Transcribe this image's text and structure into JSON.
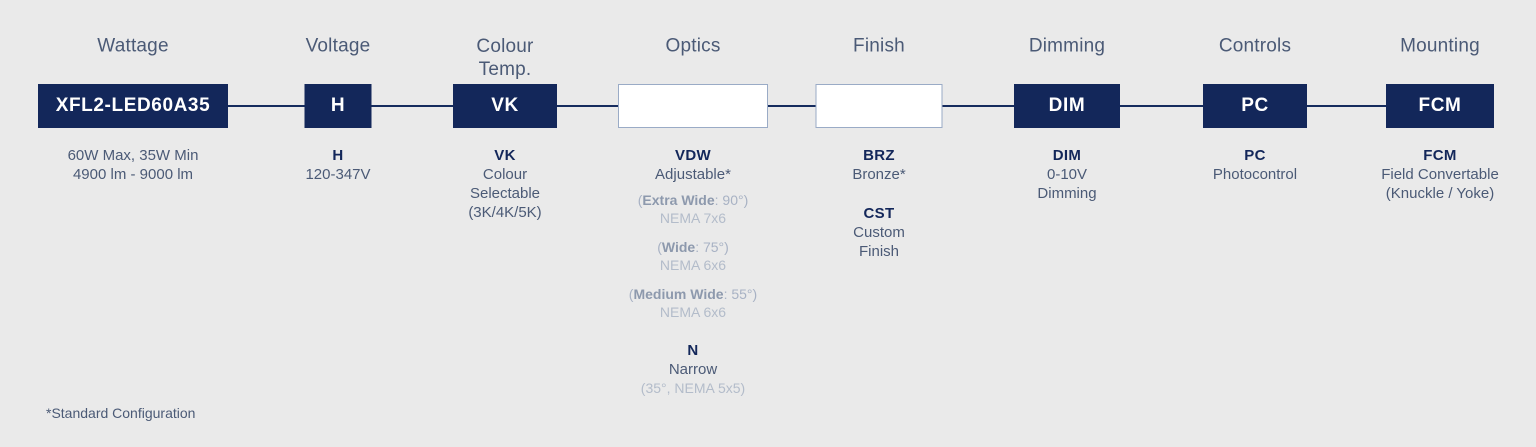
{
  "background_color": "#eaeaea",
  "accent_color": "#13275a",
  "columns": [
    {
      "key": "wattage",
      "header": "Wattage",
      "chip": "XFL2-LED60A35",
      "chip_filled": true,
      "options": [
        {
          "code": "",
          "desc": "60W Max, 35W Min\n4900 lm  - 9000 lm"
        }
      ]
    },
    {
      "key": "voltage",
      "header": "Voltage",
      "chip": "H",
      "chip_filled": true,
      "options": [
        {
          "code": "H",
          "desc": "120-347V"
        }
      ]
    },
    {
      "key": "colour-temp",
      "header": "Colour\nTemp.",
      "chip": "VK",
      "chip_filled": true,
      "options": [
        {
          "code": "VK",
          "desc": "Colour\nSelectable\n(3K/4K/5K)"
        }
      ]
    },
    {
      "key": "optics",
      "header": "Optics",
      "chip": "",
      "chip_filled": false,
      "options": [
        {
          "code": "VDW",
          "desc": "Adjustable*",
          "subs": [
            {
              "open": "(",
              "label": "Extra Wide",
              "value": ": 90°)",
              "nema": "NEMA 7x6"
            },
            {
              "open": "(",
              "label": "Wide",
              "value": ": 75°)",
              "nema": "NEMA 6x6"
            },
            {
              "open": "(",
              "label": "Medium Wide",
              "value": ": 55°)",
              "nema": "NEMA 6x6"
            }
          ]
        },
        {
          "code": "N",
          "desc": "Narrow",
          "note": "(35°, NEMA 5x5)"
        }
      ]
    },
    {
      "key": "finish",
      "header": "Finish",
      "chip": "",
      "chip_filled": false,
      "options": [
        {
          "code": "BRZ",
          "desc": "Bronze*"
        },
        {
          "code": "CST",
          "desc": "Custom\nFinish"
        }
      ]
    },
    {
      "key": "dimming",
      "header": "Dimming",
      "chip": "DIM",
      "chip_filled": true,
      "options": [
        {
          "code": "DIM",
          "desc": "0-10V\nDimming"
        }
      ]
    },
    {
      "key": "controls",
      "header": "Controls",
      "chip": "PC",
      "chip_filled": true,
      "options": [
        {
          "code": "PC",
          "desc": "Photocontrol"
        }
      ]
    },
    {
      "key": "mounting",
      "header": "Mounting",
      "chip": "FCM",
      "chip_filled": true,
      "options": [
        {
          "code": "FCM",
          "desc": "Field Convertable\n(Knuckle / Yoke)"
        }
      ]
    }
  ],
  "footnote": "*Standard Configuration"
}
